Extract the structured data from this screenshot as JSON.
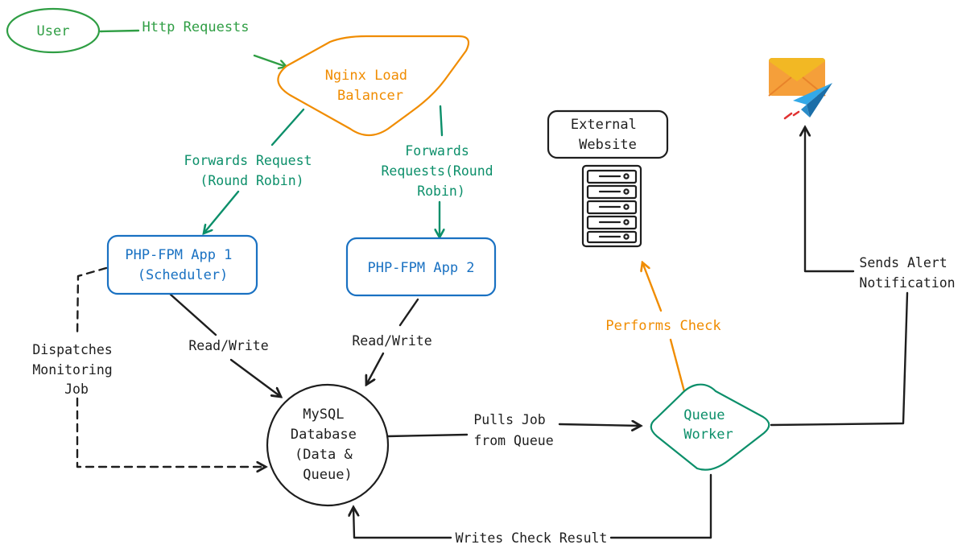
{
  "colors": {
    "green": "#2f9e44",
    "teal": "#0c8f6a",
    "orange": "#f08c00",
    "blue": "#1971c2",
    "dark": "#1e1e1e",
    "envelope_top": "#f2b824",
    "envelope_body": "#f59f3a",
    "plane": "#33a9e8",
    "plane_dark": "#1b6ea8",
    "plane_trail": "#e03131"
  },
  "nodes": {
    "user": "User",
    "nginx": [
      "Nginx Load",
      "Balancer"
    ],
    "app1": [
      "PHP-FPM App 1",
      "(Scheduler)"
    ],
    "app2": "PHP-FPM App 2",
    "mysql": [
      "MySQL",
      "Database",
      "(Data &",
      "Queue)"
    ],
    "queue_worker": [
      "Queue",
      "Worker"
    ],
    "external": [
      "External",
      "Website"
    ]
  },
  "icons": {
    "server": "server-rack-icon",
    "notification": "email-send-icon"
  },
  "edges": {
    "http_requests": "Http Requests",
    "forwards_request": [
      "Forwards Request",
      "(Round Robin)"
    ],
    "forwards_requests": [
      "Forwards",
      "Requests(Round",
      "Robin)"
    ],
    "read_write_1": "Read/Write",
    "read_write_2": "Read/Write",
    "dispatches": [
      "Dispatches",
      "Monitoring",
      "Job"
    ],
    "pulls_job": [
      "Pulls Job",
      "from Queue"
    ],
    "performs_check": "Performs Check",
    "sends_alert": [
      "Sends Alert",
      "Notification"
    ],
    "writes_result": "Writes Check Result"
  }
}
